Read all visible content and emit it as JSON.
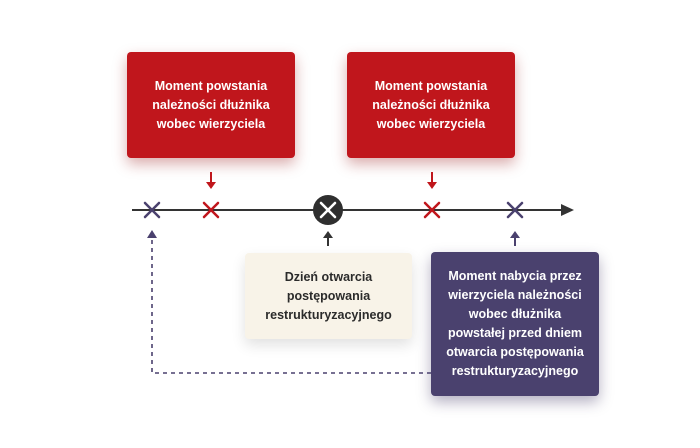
{
  "boxes": {
    "red_left": "Moment powstania\nnależności dłużnika\nwobec wierzyciela",
    "red_right": "Moment powstania\nnależności dłużnika\nwobec wierzyciela",
    "cream": "Dzień otwarcia\npostępowania\nrestrukturyzacyjnego",
    "purple": "Moment nabycia przez\nwierzyciela należności\nwobec dłużnika\npowstałej przed dniem\notwarcia postępowania\nrestrukturyzacyjnego"
  },
  "colors": {
    "red": "#c0161c",
    "purple": "#4a416e",
    "cream": "#f8f3e8",
    "timeline": "#333333",
    "center_marker": "#2f2f2f"
  },
  "icons": {
    "center_marker": "x-circle-icon",
    "red_marks": "x-mark-icon",
    "purple_marks": "x-mark-icon"
  }
}
